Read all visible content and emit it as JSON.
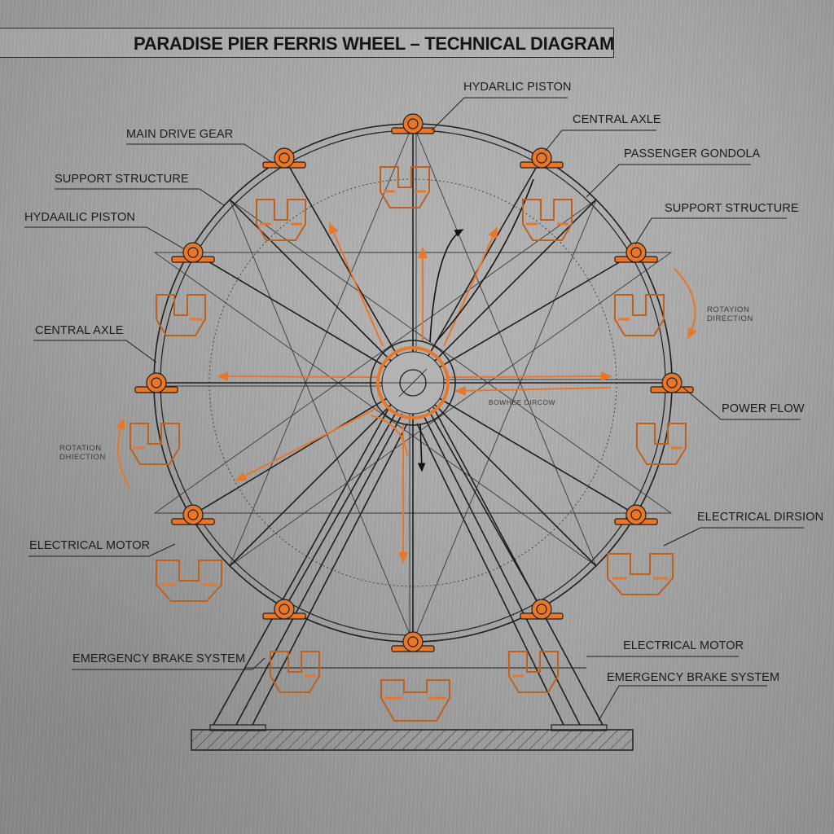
{
  "title": "PARADISE PIER FERRIS WHEEL – TECHNICAL DIAGRAM",
  "colors": {
    "background": "#a8a8a8",
    "linework": "#1e1e1e",
    "accent_orange": "#e8772a",
    "gondola_fill": "#c8c8c8",
    "base_hatch": "#2a2a2a"
  },
  "labels": {
    "left": [
      {
        "text": "MAIN DRIVE GEAR"
      },
      {
        "text": "SUPPORT STRUCTURE"
      },
      {
        "text": "HYDAAILIC PISTON"
      },
      {
        "text": "CENTRAL AXLE"
      },
      {
        "text": "ELECTRICAL MOTOR"
      },
      {
        "text": "EMERGENCY BRAKE SYSTEM"
      }
    ],
    "right": [
      {
        "text": "HYDARLIC PISTON"
      },
      {
        "text": "CENTRAL AXLE"
      },
      {
        "text": "PASSENGER GONDOLA"
      },
      {
        "text": "SUPPORT STRUCTURE"
      },
      {
        "text": "POWER FLOW"
      },
      {
        "text": "ELECTRICAL DIRSION"
      },
      {
        "text": "ELECTRICAL MOTOR"
      },
      {
        "text": "EMERGENCY BRAKE SYSTEM"
      }
    ]
  },
  "annotations": {
    "rotation_left": "ROTATION\nDHIECTION",
    "rotation_right": "ROTAYION\nDIRECTION",
    "center_note": "BOWHEE DIRCOW"
  },
  "wheel": {
    "spokes": 16,
    "gondolas": 12,
    "hub_label": "central hub"
  }
}
